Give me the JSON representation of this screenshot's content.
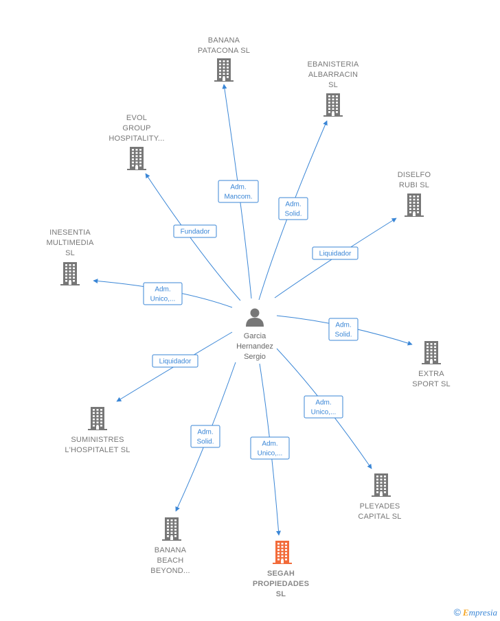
{
  "center": {
    "name_lines": [
      "Garcia",
      "Hernandez",
      "Sergio"
    ],
    "icon": "person-icon"
  },
  "nodes": [
    {
      "id": "banana-patacona",
      "lines": [
        "BANANA",
        "PATACONA  SL"
      ],
      "highlight": false,
      "icon": "building-icon"
    },
    {
      "id": "ebanisteria",
      "lines": [
        "EBANISTERIA",
        "ALBARRACIN",
        "SL"
      ],
      "highlight": false,
      "icon": "building-icon"
    },
    {
      "id": "evol",
      "lines": [
        "EVOL",
        "GROUP",
        "HOSPITALITY..."
      ],
      "highlight": false,
      "icon": "building-icon"
    },
    {
      "id": "diselfo",
      "lines": [
        "DISELFO",
        "RUBI SL"
      ],
      "highlight": false,
      "icon": "building-icon"
    },
    {
      "id": "inesentia",
      "lines": [
        "INESENTIA",
        "MULTIMEDIA",
        "SL"
      ],
      "highlight": false,
      "icon": "building-icon"
    },
    {
      "id": "extra-sport",
      "lines": [
        "EXTRA",
        "SPORT SL"
      ],
      "highlight": false,
      "icon": "building-icon"
    },
    {
      "id": "suministres",
      "lines": [
        "SUMINISTRES",
        "L'HOSPITALET SL"
      ],
      "highlight": false,
      "icon": "building-icon"
    },
    {
      "id": "pleyades",
      "lines": [
        "PLEYADES",
        "CAPITAL  SL"
      ],
      "highlight": false,
      "icon": "building-icon"
    },
    {
      "id": "banana-beach",
      "lines": [
        "BANANA",
        "BEACH",
        "BEYOND..."
      ],
      "highlight": false,
      "icon": "building-icon"
    },
    {
      "id": "segah",
      "lines": [
        "SEGAH",
        "PROPIEDADES",
        "SL"
      ],
      "highlight": true,
      "icon": "building-icon"
    }
  ],
  "edges": [
    {
      "target": "banana-patacona",
      "label_lines": [
        "Adm.",
        "Mancom."
      ]
    },
    {
      "target": "ebanisteria",
      "label_lines": [
        "Adm.",
        "Solid."
      ]
    },
    {
      "target": "evol",
      "label_lines": [
        "Fundador"
      ]
    },
    {
      "target": "diselfo",
      "label_lines": [
        "Liquidador"
      ]
    },
    {
      "target": "inesentia",
      "label_lines": [
        "Adm.",
        "Unico,..."
      ]
    },
    {
      "target": "extra-sport",
      "label_lines": [
        "Adm.",
        "Solid."
      ]
    },
    {
      "target": "suministres",
      "label_lines": [
        "Liquidador"
      ]
    },
    {
      "target": "pleyades",
      "label_lines": [
        "Adm.",
        "Unico,..."
      ]
    },
    {
      "target": "banana-beach",
      "label_lines": [
        "Adm.",
        "Solid."
      ]
    },
    {
      "target": "segah",
      "label_lines": [
        "Adm.",
        "Unico,..."
      ]
    }
  ],
  "colors": {
    "edge": "#3a86d6",
    "building": "#777777",
    "building_highlight": "#f26b3a",
    "person": "#777777"
  },
  "footer": {
    "copyright": "©",
    "brand_first": "E",
    "brand_rest": "mpresia"
  }
}
